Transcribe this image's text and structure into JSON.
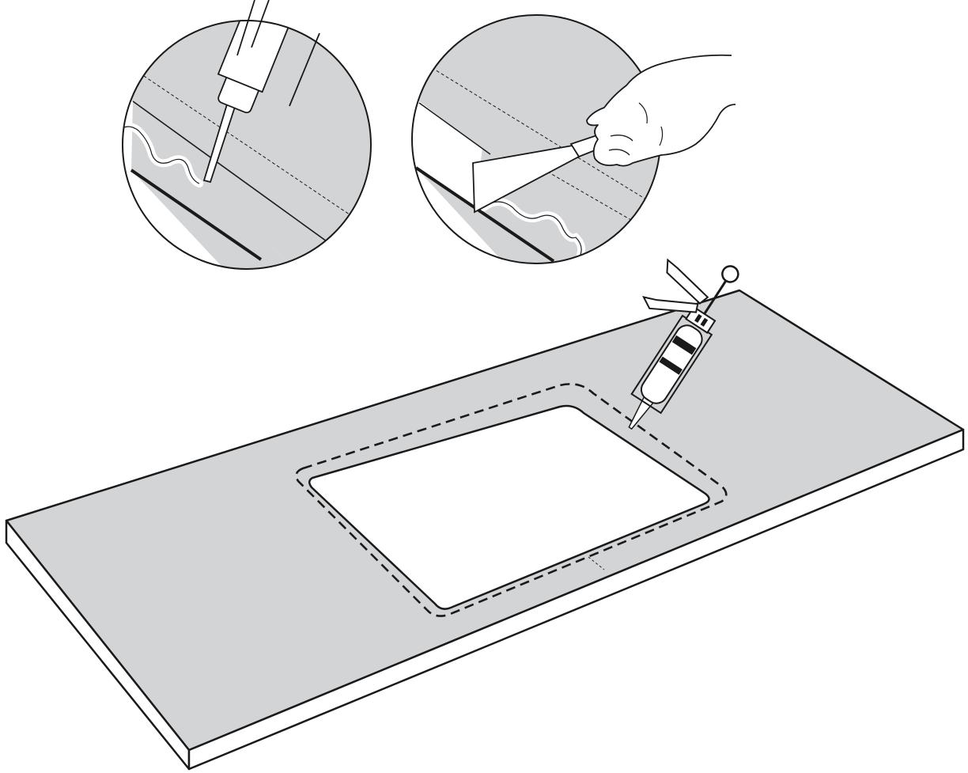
{
  "illustration": {
    "colors": {
      "surface": "#d3d4d6",
      "line": "#1a1a1a",
      "cutout": "#ffffff",
      "background": "#ffffff"
    },
    "parts": {
      "countertop": "countertop",
      "sink_cutout": "sink-cutout",
      "sealant_bead": "dashed-sealant-line",
      "caulking_gun": "caulking-gun",
      "detail_left": "detail-apply-sealant",
      "detail_right": "detail-smooth-sealant-with-spatula"
    }
  }
}
